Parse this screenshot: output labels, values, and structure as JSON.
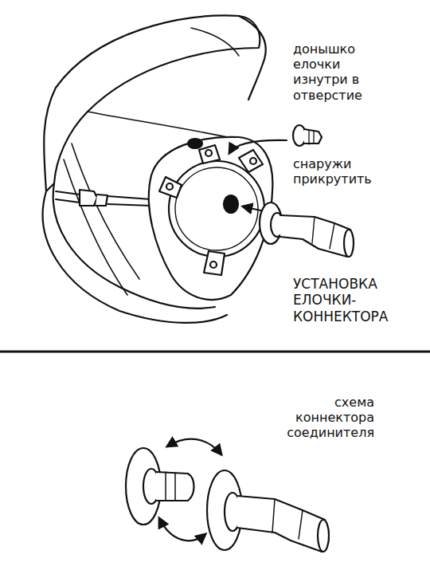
{
  "diagram": {
    "labels": [
      "донышко елочки изнутри в отверстие",
      "снаружи прикрутить",
      "УСТАНОВКА ЕЛОЧКИ-КОННЕКТОРА",
      "схема коннектора соединителя"
    ]
  }
}
